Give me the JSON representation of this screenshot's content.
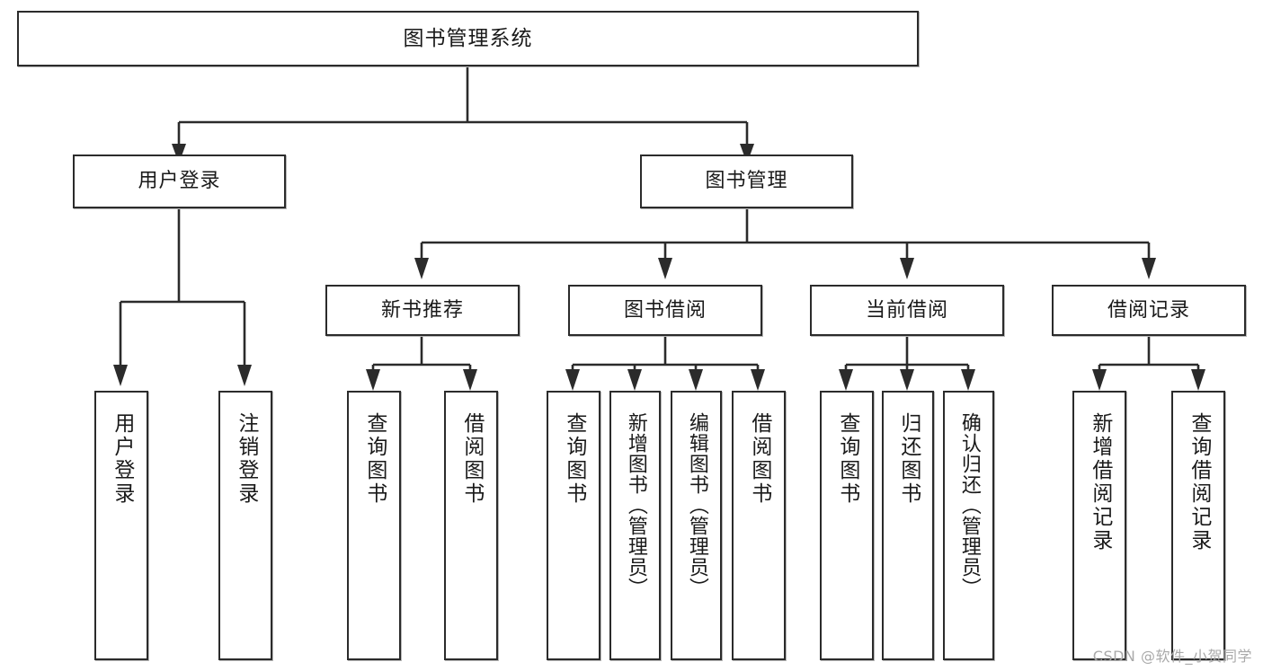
{
  "diagram": {
    "title": "图书管理系统",
    "type": "tree",
    "watermark": "CSDN @软件_小贺同学",
    "colors": {
      "box_border": "#2b2b2b",
      "box_fill": "#ffffff",
      "edge": "#2b2b2b",
      "text": "#1a1a1a",
      "watermark": "#a9a9a9",
      "background": "#ffffff"
    },
    "levels": [
      {
        "level": 1,
        "nodes": [
          {
            "id": "root",
            "label": "图书管理系统",
            "orientation": "horizontal"
          }
        ]
      },
      {
        "level": 2,
        "nodes": [
          {
            "id": "user-login",
            "label": "用户登录",
            "orientation": "horizontal",
            "parent": "root"
          },
          {
            "id": "book-manage",
            "label": "图书管理",
            "orientation": "horizontal",
            "parent": "root"
          }
        ]
      },
      {
        "level": 3,
        "nodes": [
          {
            "id": "new-book-rec",
            "label": "新书推荐",
            "orientation": "horizontal",
            "parent": "book-manage"
          },
          {
            "id": "book-borrow",
            "label": "图书借阅",
            "orientation": "horizontal",
            "parent": "book-manage"
          },
          {
            "id": "current-borrow",
            "label": "当前借阅",
            "orientation": "horizontal",
            "parent": "book-manage"
          },
          {
            "id": "borrow-record",
            "label": "借阅记录",
            "orientation": "horizontal",
            "parent": "book-manage"
          }
        ]
      },
      {
        "level": 4,
        "nodes": [
          {
            "id": "leaf-user-login",
            "label": "用户登录",
            "orientation": "vertical",
            "parent": "user-login"
          },
          {
            "id": "leaf-logout",
            "label": "注销登录",
            "orientation": "vertical",
            "parent": "user-login"
          },
          {
            "id": "leaf-query-book-1",
            "label": "查询图书",
            "orientation": "vertical",
            "parent": "new-book-rec"
          },
          {
            "id": "leaf-borrow-book-1",
            "label": "借阅图书",
            "orientation": "vertical",
            "parent": "new-book-rec"
          },
          {
            "id": "leaf-query-book-2",
            "label": "查询图书",
            "orientation": "vertical",
            "parent": "book-borrow"
          },
          {
            "id": "leaf-add-book",
            "label": "新增图书（管理员）",
            "orientation": "vertical",
            "parent": "book-borrow"
          },
          {
            "id": "leaf-edit-book",
            "label": "编辑图书（管理员）",
            "orientation": "vertical",
            "parent": "book-borrow"
          },
          {
            "id": "leaf-borrow-book-2",
            "label": "借阅图书",
            "orientation": "vertical",
            "parent": "book-borrow"
          },
          {
            "id": "leaf-query-book-3",
            "label": "查询图书",
            "orientation": "vertical",
            "parent": "current-borrow"
          },
          {
            "id": "leaf-return-book",
            "label": "归还图书",
            "orientation": "vertical",
            "parent": "current-borrow"
          },
          {
            "id": "leaf-confirm-return",
            "label": "确认归还（管理员）",
            "orientation": "vertical",
            "parent": "current-borrow"
          },
          {
            "id": "leaf-add-record",
            "label": "新增借阅记录",
            "orientation": "vertical",
            "parent": "borrow-record"
          },
          {
            "id": "leaf-query-record",
            "label": "查询借阅记录",
            "orientation": "vertical",
            "parent": "borrow-record"
          }
        ]
      }
    ]
  }
}
